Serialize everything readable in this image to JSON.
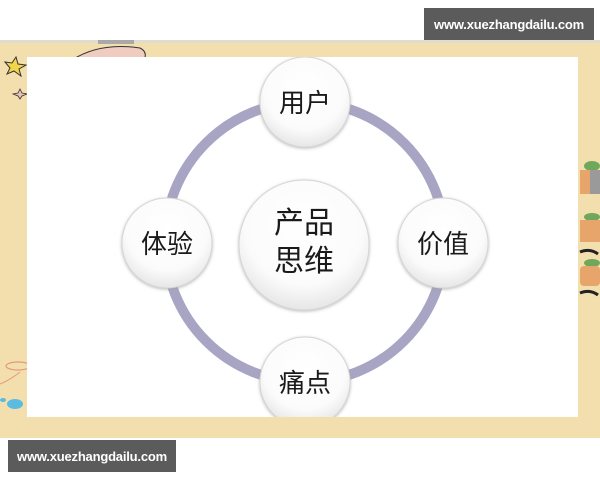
{
  "watermarks": {
    "top": "www.xuezhangdailu.com",
    "bottom": "www.xuezhangdailu.com"
  },
  "diagram": {
    "center": {
      "line1": "产品",
      "line2": "思维"
    },
    "nodes": [
      {
        "position": "top",
        "label": "用户"
      },
      {
        "position": "right",
        "label": "价值"
      },
      {
        "position": "bottom",
        "label": "痛点"
      },
      {
        "position": "left",
        "label": "体验"
      }
    ],
    "colors": {
      "ring": "#a8a5c4",
      "frame": "#f3deae",
      "node_fill": "#ffffff",
      "node_shadow": "#c9c9c9"
    }
  }
}
